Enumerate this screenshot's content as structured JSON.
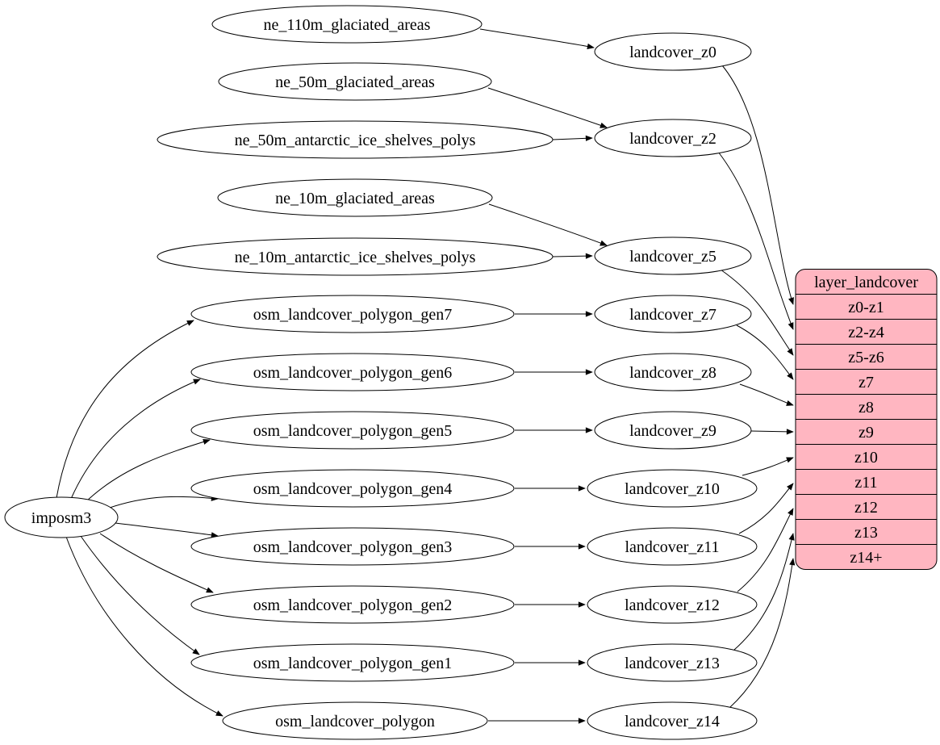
{
  "diagram_type": "etl-flow-graph",
  "colors": {
    "background": "#ffffff",
    "node_fill": "#ffffff",
    "stroke": "#000000",
    "text": "#000000",
    "table_fill": "#ffb6c1"
  },
  "nodes": {
    "imposm3": "imposm3",
    "ne_110m_glaciated_areas": "ne_110m_glaciated_areas",
    "ne_50m_glaciated_areas": "ne_50m_glaciated_areas",
    "ne_50m_antarctic_ice_shelves_polys": "ne_50m_antarctic_ice_shelves_polys",
    "ne_10m_glaciated_areas": "ne_10m_glaciated_areas",
    "ne_10m_antarctic_ice_shelves_polys": "ne_10m_antarctic_ice_shelves_polys",
    "osm_landcover_polygon_gen7": "osm_landcover_polygon_gen7",
    "osm_landcover_polygon_gen6": "osm_landcover_polygon_gen6",
    "osm_landcover_polygon_gen5": "osm_landcover_polygon_gen5",
    "osm_landcover_polygon_gen4": "osm_landcover_polygon_gen4",
    "osm_landcover_polygon_gen3": "osm_landcover_polygon_gen3",
    "osm_landcover_polygon_gen2": "osm_landcover_polygon_gen2",
    "osm_landcover_polygon_gen1": "osm_landcover_polygon_gen1",
    "osm_landcover_polygon": "osm_landcover_polygon",
    "landcover_z0": "landcover_z0",
    "landcover_z2": "landcover_z2",
    "landcover_z5": "landcover_z5",
    "landcover_z7": "landcover_z7",
    "landcover_z8": "landcover_z8",
    "landcover_z9": "landcover_z9",
    "landcover_z10": "landcover_z10",
    "landcover_z11": "landcover_z11",
    "landcover_z12": "landcover_z12",
    "landcover_z13": "landcover_z13",
    "landcover_z14": "landcover_z14"
  },
  "table": {
    "header": "layer_landcover",
    "rows": [
      "z0-z1",
      "z2-z4",
      "z5-z6",
      "z7",
      "z8",
      "z9",
      "z10",
      "z11",
      "z12",
      "z13",
      "z14+"
    ]
  },
  "edges": [
    {
      "from": "imposm3",
      "to": "osm_landcover_polygon_gen7"
    },
    {
      "from": "imposm3",
      "to": "osm_landcover_polygon_gen6"
    },
    {
      "from": "imposm3",
      "to": "osm_landcover_polygon_gen5"
    },
    {
      "from": "imposm3",
      "to": "osm_landcover_polygon_gen4"
    },
    {
      "from": "imposm3",
      "to": "osm_landcover_polygon_gen3"
    },
    {
      "from": "imposm3",
      "to": "osm_landcover_polygon_gen2"
    },
    {
      "from": "imposm3",
      "to": "osm_landcover_polygon_gen1"
    },
    {
      "from": "imposm3",
      "to": "osm_landcover_polygon"
    },
    {
      "from": "ne_110m_glaciated_areas",
      "to": "landcover_z0"
    },
    {
      "from": "ne_50m_glaciated_areas",
      "to": "landcover_z2"
    },
    {
      "from": "ne_50m_antarctic_ice_shelves_polys",
      "to": "landcover_z2"
    },
    {
      "from": "ne_10m_glaciated_areas",
      "to": "landcover_z5"
    },
    {
      "from": "ne_10m_antarctic_ice_shelves_polys",
      "to": "landcover_z5"
    },
    {
      "from": "osm_landcover_polygon_gen7",
      "to": "landcover_z7"
    },
    {
      "from": "osm_landcover_polygon_gen6",
      "to": "landcover_z8"
    },
    {
      "from": "osm_landcover_polygon_gen5",
      "to": "landcover_z9"
    },
    {
      "from": "osm_landcover_polygon_gen4",
      "to": "landcover_z10"
    },
    {
      "from": "osm_landcover_polygon_gen3",
      "to": "landcover_z11"
    },
    {
      "from": "osm_landcover_polygon_gen2",
      "to": "landcover_z12"
    },
    {
      "from": "osm_landcover_polygon_gen1",
      "to": "landcover_z13"
    },
    {
      "from": "osm_landcover_polygon",
      "to": "landcover_z14"
    },
    {
      "from": "landcover_z0",
      "to": "layer_landcover:z0-z1"
    },
    {
      "from": "landcover_z2",
      "to": "layer_landcover:z2-z4"
    },
    {
      "from": "landcover_z5",
      "to": "layer_landcover:z5-z6"
    },
    {
      "from": "landcover_z7",
      "to": "layer_landcover:z7"
    },
    {
      "from": "landcover_z8",
      "to": "layer_landcover:z8"
    },
    {
      "from": "landcover_z9",
      "to": "layer_landcover:z9"
    },
    {
      "from": "landcover_z10",
      "to": "layer_landcover:z10"
    },
    {
      "from": "landcover_z11",
      "to": "layer_landcover:z11"
    },
    {
      "from": "landcover_z12",
      "to": "layer_landcover:z12"
    },
    {
      "from": "landcover_z13",
      "to": "layer_landcover:z13"
    },
    {
      "from": "landcover_z14",
      "to": "layer_landcover:z14+"
    }
  ]
}
